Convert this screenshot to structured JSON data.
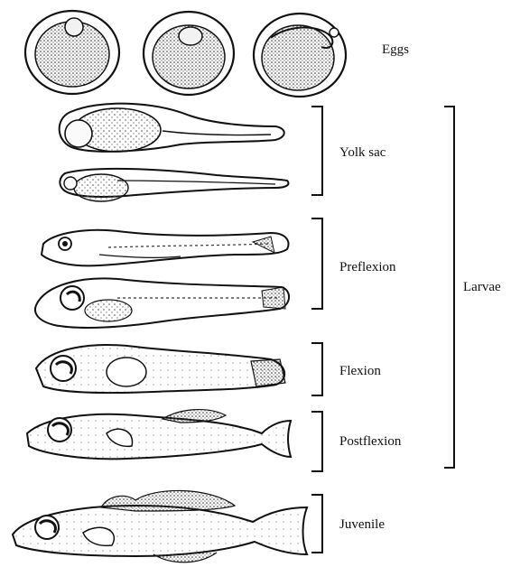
{
  "stages": {
    "eggs": "Eggs",
    "yolk_sac": "Yolk sac",
    "preflexion": "Preflexion",
    "flexion": "Flexion",
    "postflexion": "Postflexion",
    "juvenile": "Juvenile"
  },
  "group": {
    "larvae": "Larvae"
  },
  "colors": {
    "ink": "#111111",
    "paper": "#ffffff",
    "stipple": "#6f6f6f"
  }
}
